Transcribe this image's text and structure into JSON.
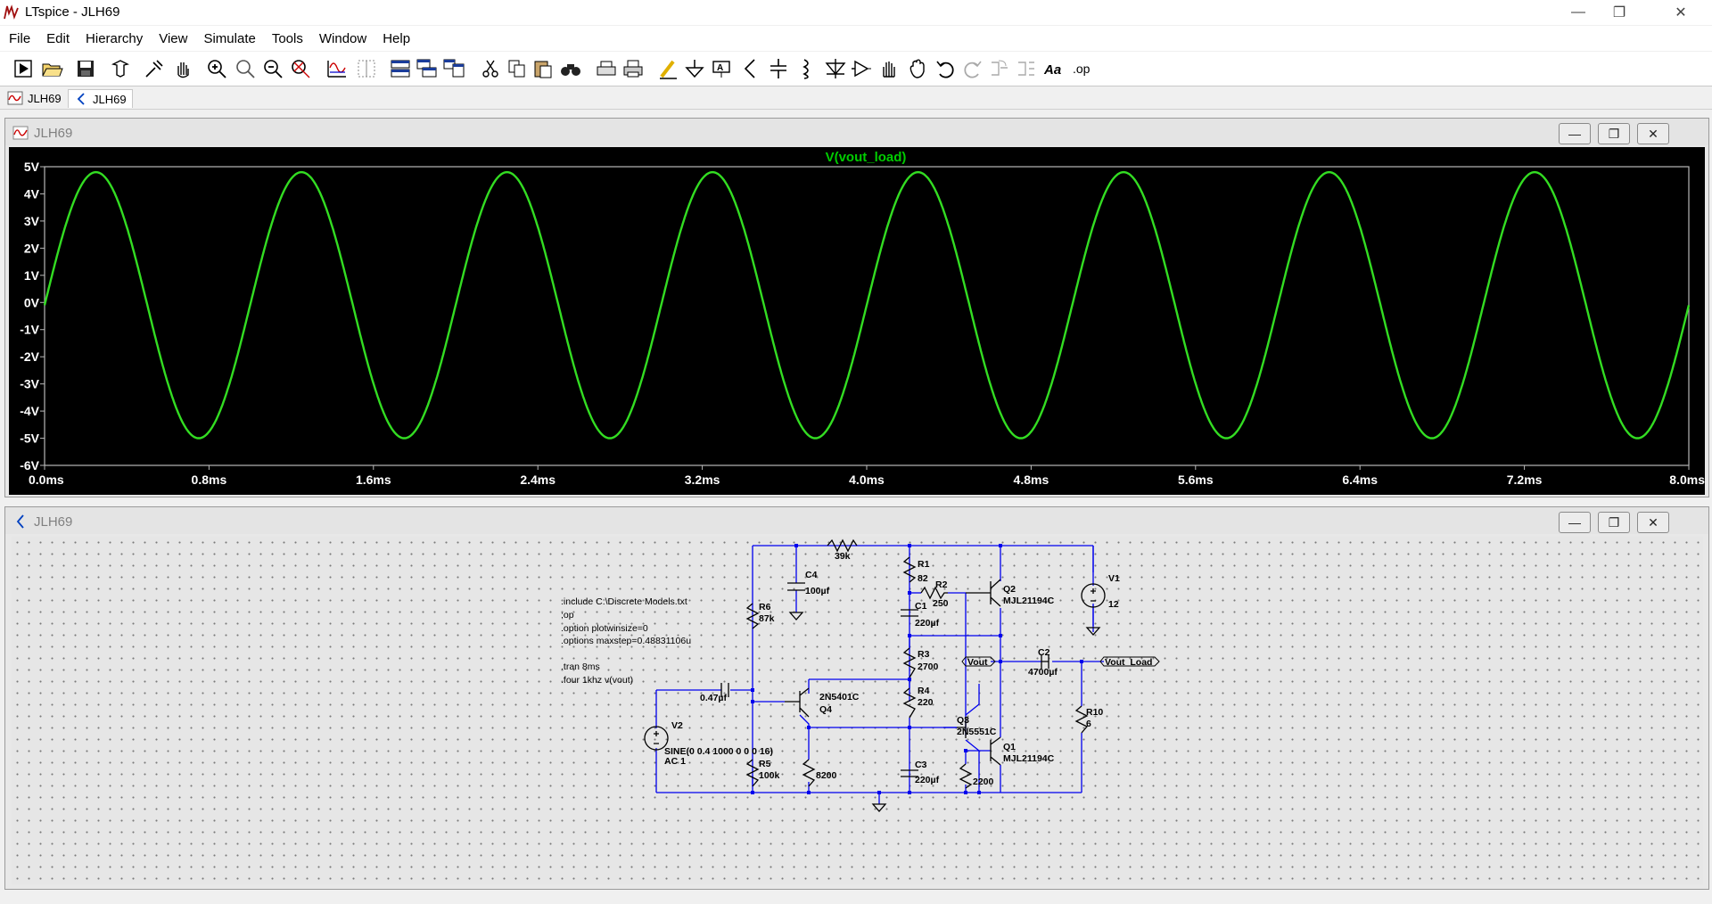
{
  "app": {
    "title": "LTspice - JLH69",
    "controls": {
      "minimize": "—",
      "restore": "❐",
      "close": "✕"
    }
  },
  "menu": [
    "File",
    "Edit",
    "Hierarchy",
    "View",
    "Simulate",
    "Tools",
    "Window",
    "Help"
  ],
  "toolbar": {
    "icons": [
      "run-icon",
      "open-icon",
      "save-icon",
      "control-panel-icon",
      "halt-icon",
      "pan-icon",
      "zoom-in-icon",
      "zoom-area-icon",
      "zoom-out-icon",
      "zoom-fit-icon",
      "autorange-icon",
      "mark-icon",
      "tile-horizontal-icon",
      "cascade-icon",
      "tile-vertical-icon",
      "cut-icon",
      "copy-icon",
      "paste-icon",
      "find-icon",
      "print-setup-icon",
      "print-icon",
      "wire-icon",
      "ground-icon",
      "label-icon",
      "resistor-icon",
      "capacitor-icon",
      "inductor-icon",
      "diode-icon",
      "component-icon",
      "move-icon",
      "drag-icon",
      "undo-icon",
      "redo-icon",
      "rotate-icon",
      "mirror-icon",
      "text-icon",
      "spice-directive-icon"
    ],
    "text_label": "Aa",
    "op_label": ".op"
  },
  "tabs": [
    {
      "label": "JLH69",
      "kind": "waveform"
    },
    {
      "label": "JLH69",
      "kind": "schematic"
    }
  ],
  "plot_window": {
    "title": "JLH69",
    "trace": "V(vout_load)",
    "trace_color": "#33dd22",
    "label_color": "#00cc00",
    "background": "#000000"
  },
  "chart_data": {
    "type": "line",
    "title": "",
    "series": [
      {
        "name": "V(vout_load)",
        "function": "sine",
        "amplitude": 4.9,
        "offset": -0.1,
        "frequency_hz": 1000
      }
    ],
    "xlabel": "",
    "ylabel": "",
    "xlim": [
      0,
      8.0
    ],
    "ylim": [
      -6,
      5
    ],
    "x_ticks": [
      "0.0ms",
      "0.8ms",
      "1.6ms",
      "2.4ms",
      "3.2ms",
      "4.0ms",
      "4.8ms",
      "5.6ms",
      "6.4ms",
      "7.2ms",
      "8.0ms"
    ],
    "x_tick_values": [
      0,
      0.8,
      1.6,
      2.4,
      3.2,
      4.0,
      4.8,
      5.6,
      6.4,
      7.2,
      8.0
    ],
    "y_ticks": [
      "5V",
      "4V",
      "3V",
      "2V",
      "1V",
      "0V",
      "-1V",
      "-2V",
      "-3V",
      "-4V",
      "-5V",
      "-6V"
    ],
    "y_tick_values": [
      5,
      4,
      3,
      2,
      1,
      0,
      -1,
      -2,
      -3,
      -4,
      -5,
      -6
    ],
    "grid": false
  },
  "schematic_window": {
    "title": "JLH69",
    "wire_color": "#0000ff",
    "directives": [
      ".include C:\\Discrete Models.txt",
      ";op",
      ".option plotwinsize=0",
      ".options maxstep=0.48831106u",
      ".tran 8ms",
      ".four 1khz v(vout)"
    ],
    "components": {
      "r39k": "39k",
      "c4": {
        "name": "C4",
        "value": "100µf"
      },
      "r1": {
        "name": "R1",
        "value": "82"
      },
      "r2": {
        "name": "R2",
        "value": "250"
      },
      "q2": {
        "name": "Q2",
        "model": "MJL21194C"
      },
      "v1": {
        "name": "V1",
        "value": "12"
      },
      "r6": {
        "name": "R6",
        "value": "87k"
      },
      "c1": {
        "name": "C1",
        "value": "220µf"
      },
      "r3": {
        "name": "R3",
        "value": "2700"
      },
      "c2": {
        "name": "C2",
        "value": "4700µf"
      },
      "r4": {
        "name": "R4",
        "value": "220"
      },
      "q4": {
        "name": "Q4",
        "model": "2N5401C"
      },
      "cin": {
        "value": "0.47µf"
      },
      "q3": {
        "name": "Q3",
        "model": "2N5551C"
      },
      "r10": {
        "name": "R10",
        "value": "6"
      },
      "v2": {
        "name": "V2",
        "value": "SINE(0 0.4 1000 0 0 0 16)",
        "ac": "AC 1"
      },
      "r5": {
        "name": "R5",
        "value": "100k"
      },
      "r8200": "8200",
      "c3": {
        "name": "C3",
        "value": "220µf"
      },
      "q1": {
        "name": "Q1",
        "model": "MJL21194C"
      },
      "r2200": "2200"
    },
    "net_labels": {
      "vout": "Vout",
      "vout_load": "Vout_Load"
    }
  }
}
